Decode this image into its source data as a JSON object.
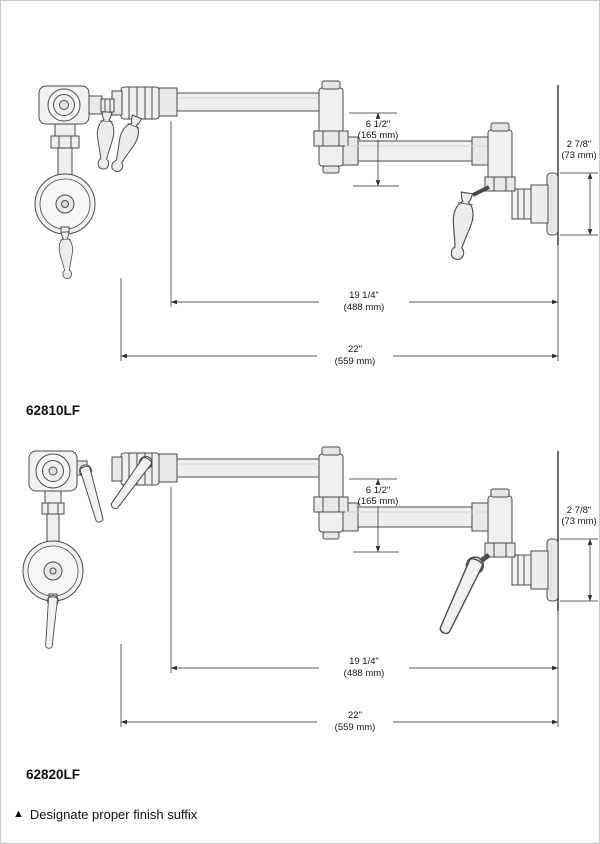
{
  "page": {
    "background": "#ffffff",
    "footnote": {
      "icon": "▲",
      "text": "Designate proper finish suffix"
    }
  },
  "drawing_colors": {
    "outline": "#4a4a4a",
    "dimension": "#2b2b2b",
    "fill_light": "#efefef"
  },
  "models": [
    {
      "name": "62810LF",
      "dimensions": {
        "drop": {
          "in": "6 1/2\"",
          "mm": "(165 mm)"
        },
        "escutcheon": {
          "in": "2 7/8\"",
          "mm": "(73 mm)"
        },
        "spout_reach": {
          "in": "19 1/4\"",
          "mm": "(488 mm)"
        },
        "overall_reach": {
          "in": "22\"",
          "mm": "(559 mm)"
        }
      }
    },
    {
      "name": "62820LF",
      "dimensions": {
        "drop": {
          "in": "6 1/2\"",
          "mm": "(165 mm)"
        },
        "escutcheon": {
          "in": "2 7/8\"",
          "mm": "(73 mm)"
        },
        "spout_reach": {
          "in": "19 1/4\"",
          "mm": "(488 mm)"
        },
        "overall_reach": {
          "in": "22\"",
          "mm": "(559 mm)"
        }
      }
    }
  ]
}
